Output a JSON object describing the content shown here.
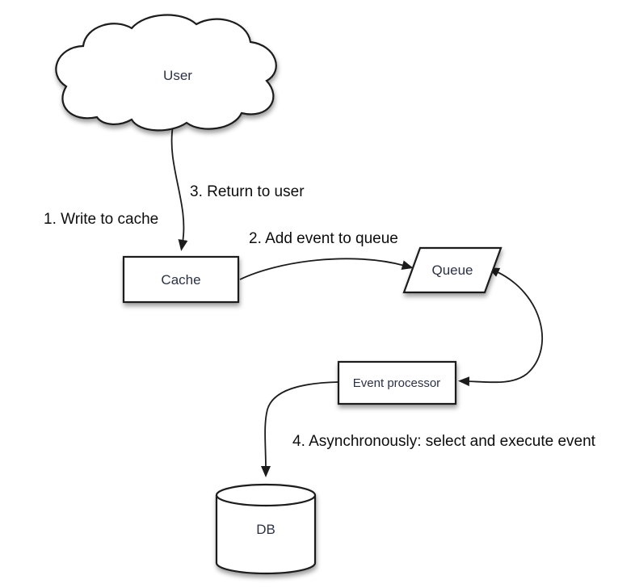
{
  "diagram": {
    "background": "#ffffff",
    "nodes": {
      "user": {
        "label": "User",
        "shape": "cloud"
      },
      "cache": {
        "label": "Cache",
        "shape": "rectangle"
      },
      "queue": {
        "label": "Queue",
        "shape": "parallelogram"
      },
      "event_processor": {
        "label": "Event processor",
        "shape": "rectangle"
      },
      "db": {
        "label": "DB",
        "shape": "cylinder"
      }
    },
    "annotations": {
      "step1": "1. Write to cache",
      "step2": "2. Add event to queue",
      "step3": "3. Return to user",
      "step4": "4. Asynchronously: select and execute event"
    },
    "edges": [
      {
        "from": "user",
        "to": "cache",
        "style": "arrow"
      },
      {
        "from": "cache",
        "to": "queue",
        "style": "arrow"
      },
      {
        "from": "queue",
        "to": "event_processor",
        "style": "double-arrow"
      },
      {
        "from": "event_processor",
        "to": "db",
        "style": "arrow"
      }
    ],
    "colors": {
      "stroke": "#1c1c1c",
      "shape_fill": "#ffffff",
      "node_label": "#2b3246",
      "annotation_text": "#0d0d0d"
    }
  }
}
